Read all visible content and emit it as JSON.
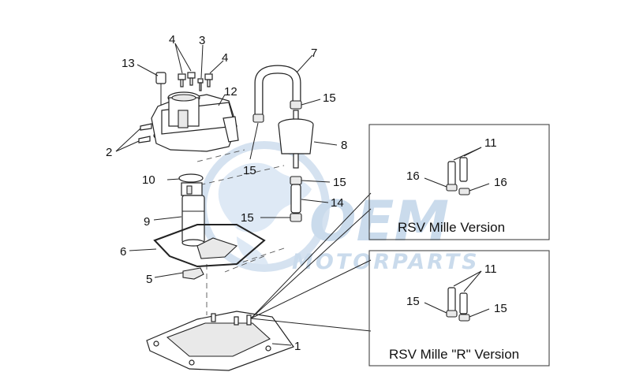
{
  "watermark": {
    "brand": "OEM",
    "tagline": "MOTORPARTS"
  },
  "callouts": {
    "c1": "1",
    "c2": "2",
    "c3": "3",
    "c4a": "4",
    "c4b": "4",
    "c5": "5",
    "c6": "6",
    "c7": "7",
    "c8": "8",
    "c9": "9",
    "c10": "10",
    "c12": "12",
    "c13": "13",
    "c14": "14",
    "c15a": "15",
    "c15b": "15",
    "c15c": "15",
    "c15d": "15",
    "box1_c11": "11",
    "box1_c16a": "16",
    "box1_c16b": "16",
    "box2_c11": "11",
    "box2_c15a": "15",
    "box2_c15b": "15"
  },
  "versions": {
    "box1_label": "RSV Mille Version",
    "box2_label": "RSV Mille \"R\" Version"
  },
  "colors": {
    "watermark": "#b9cfe6",
    "line": "#222222",
    "background": "#ffffff"
  }
}
